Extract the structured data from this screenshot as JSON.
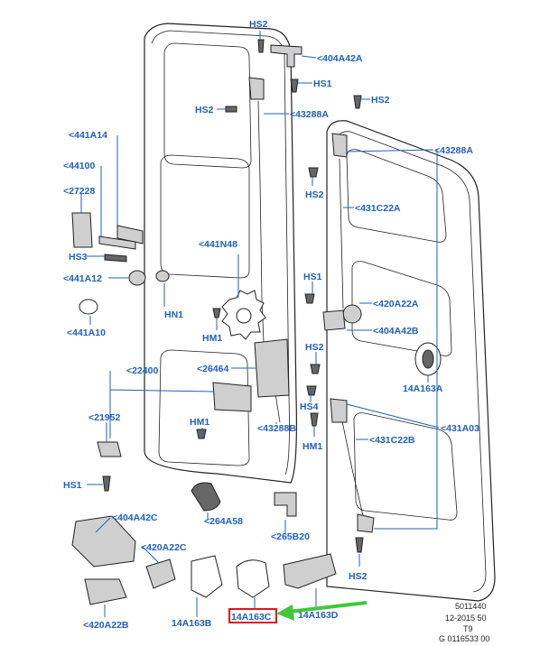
{
  "colors": {
    "label": "#1f5fbf",
    "highlight": "#e0141e",
    "arrow": "#3ec83a",
    "line": "#222222"
  },
  "labels": {
    "hs2_top": "HS2",
    "p404A42A": "<404A42A",
    "hs1_top": "HS1",
    "hs2_left": "HS2",
    "p43288A_left": "<43288A",
    "hs2_right": "HS2",
    "p441A14": "<441A14",
    "p43288A_right": "<43288A",
    "p44100": "<44100",
    "hs2_mid": "HS2",
    "p27228": "<27228",
    "p431C22A": "<431C22A",
    "p441N48": "<441N48",
    "hs3": "HS3",
    "p441A12": "<441A12",
    "hs1_mid": "HS1",
    "p420A22A": "<420A22A",
    "hn1": "HN1",
    "p404A42B": "<404A42B",
    "p441A10": "<441A10",
    "hm1_mid": "HM1",
    "hs2_lower": "HS2",
    "p22400": "<22400",
    "p26464": "<26464",
    "p14A163A": "14A163A",
    "hs4": "HS4",
    "p431A03": "<431A03",
    "p21952": "<21952",
    "hm1_left": "HM1",
    "p43288B": "<43288B",
    "p431C22B": "<431C22B",
    "hm1_right": "HM1",
    "hs1_left": "HS1",
    "p404A42C": "<404A42C",
    "p264A58": "<264A58",
    "p265B20": "<265B20",
    "p420A22C": "<420A22C",
    "hs2_bottom": "HS2",
    "p420A22B": "<420A22B",
    "p14A163B": "14A163B",
    "p14A163C": "14A163C",
    "p14A163D": "14A163D"
  },
  "reference": {
    "line1": "5011440",
    "line2": "12-2015 50",
    "line3": "T9",
    "line4": "G 0116533 00"
  }
}
